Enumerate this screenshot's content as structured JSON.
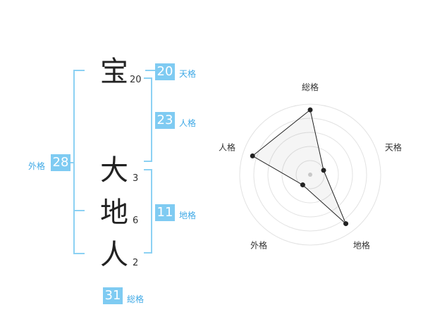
{
  "name_chars": [
    {
      "char": "宝",
      "strokes": "20"
    },
    {
      "char": "大",
      "strokes": "3"
    },
    {
      "char": "地",
      "strokes": "6"
    },
    {
      "char": "人",
      "strokes": "2"
    }
  ],
  "kakus": {
    "tenkaku": {
      "value": "20",
      "label": "天格"
    },
    "jinkaku": {
      "value": "23",
      "label": "人格"
    },
    "chikaku": {
      "value": "11",
      "label": "地格"
    },
    "gaikaku": {
      "value": "28",
      "label": "外格"
    },
    "soukaku": {
      "value": "31",
      "label": "総格"
    }
  },
  "colors": {
    "accent": "#7fcbf2",
    "bracket": "#8cd1f3",
    "label": "#3fa9e6"
  },
  "chart_data": {
    "type": "radar",
    "axes": [
      "総格",
      "天格",
      "地格",
      "外格",
      "人格"
    ],
    "values": [
      4.6,
      1.0,
      4.3,
      0.9,
      4.3
    ],
    "max": 5,
    "rings": 5
  }
}
